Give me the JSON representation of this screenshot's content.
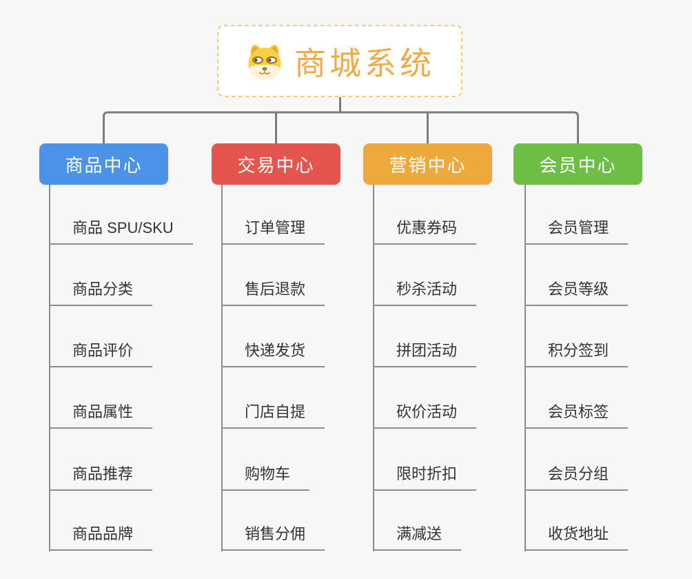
{
  "root": {
    "title": "商城系统",
    "icon": "doge-face-icon"
  },
  "branches": [
    {
      "id": "product-center",
      "label": "商品中心",
      "color": "#4A93E8",
      "items": [
        "商品 SPU/SKU",
        "商品分类",
        "商品评价",
        "商品属性",
        "商品推荐",
        "商品品牌"
      ]
    },
    {
      "id": "trade-center",
      "label": "交易中心",
      "color": "#E4554F",
      "items": [
        "订单管理",
        "售后退款",
        "快递发货",
        "门店自提",
        "购物车",
        "销售分佣"
      ]
    },
    {
      "id": "marketing-center",
      "label": "营销中心",
      "color": "#EEA93C",
      "items": [
        "优惠券码",
        "秒杀活动",
        "拼团活动",
        "砍价活动",
        "限时折扣",
        "满减送"
      ]
    },
    {
      "id": "member-center",
      "label": "会员中心",
      "color": "#6EBE45",
      "items": [
        "会员管理",
        "会员等级",
        "积分签到",
        "会员标签",
        "会员分组",
        "收货地址"
      ]
    }
  ],
  "colors": {
    "background": "#F7F7F7",
    "connector": "#7C7C7C",
    "branch_line": "#8C8C8C",
    "leaf_text": "#333333",
    "root_title": "#F0AB45",
    "root_border": "#F6CA85"
  }
}
